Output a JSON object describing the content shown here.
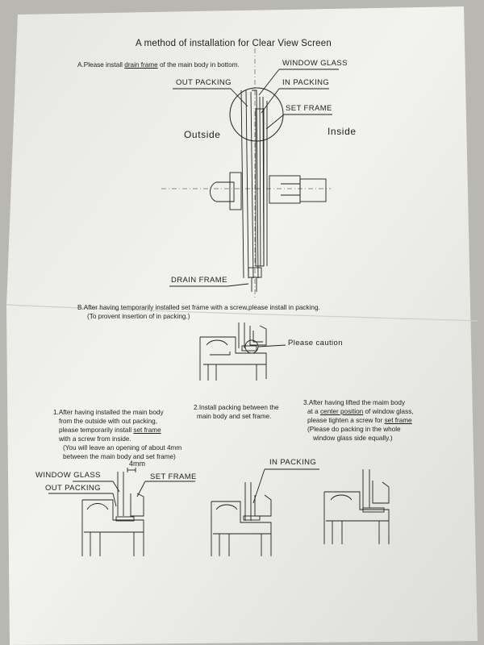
{
  "document": {
    "title": "A method of installation for Clear View Screen",
    "step_a": {
      "prefix": "A.Please install",
      "link": "drain frame",
      "suffix": "of the main body in bottom."
    },
    "top_diagram_labels": {
      "window_glass": "WINDOW GLASS",
      "out_packing": "OUT PACKING",
      "in_packing": "IN PACKING",
      "set_frame": "SET FRAME",
      "outside": "Outside",
      "inside": "Inside",
      "drain_frame": "DRAIN FRAME"
    },
    "step_b": {
      "line1": "B.After having temporarily installed set frame with a screw,please install in packing.",
      "line2": "(To provent insertion of in packing.)",
      "caution": "Please caution"
    },
    "step_1": {
      "line1": "1.After having installed the main body",
      "line2": "from the outside with out packing,",
      "line3_prefix": "please temporarily install",
      "line3_link": "set frame",
      "line4": "with a screw from inside.",
      "line5": "(You will leave an opening of about 4mm",
      "line6": "between the main body and set frame)"
    },
    "step_2": {
      "line1": "2.Install packing between the",
      "line2": "main body and set frame."
    },
    "step_3": {
      "line1": "3.After having lifted the maim body",
      "line2_prefix": "at a",
      "line2_link": "center position",
      "line2_suffix": "of window glass,",
      "line3_prefix": "please tighten a screw for",
      "line3_link": "set frame",
      "line4": "(Please do packing in the whole",
      "line5": "window glass side equally.)"
    },
    "bottom_labels": {
      "window_glass": "WINDOW GLASS",
      "gap": "4mm",
      "set_frame": "SET FRAME",
      "out_packing": "OUT PACKING",
      "in_packing": "IN PACKING"
    }
  }
}
